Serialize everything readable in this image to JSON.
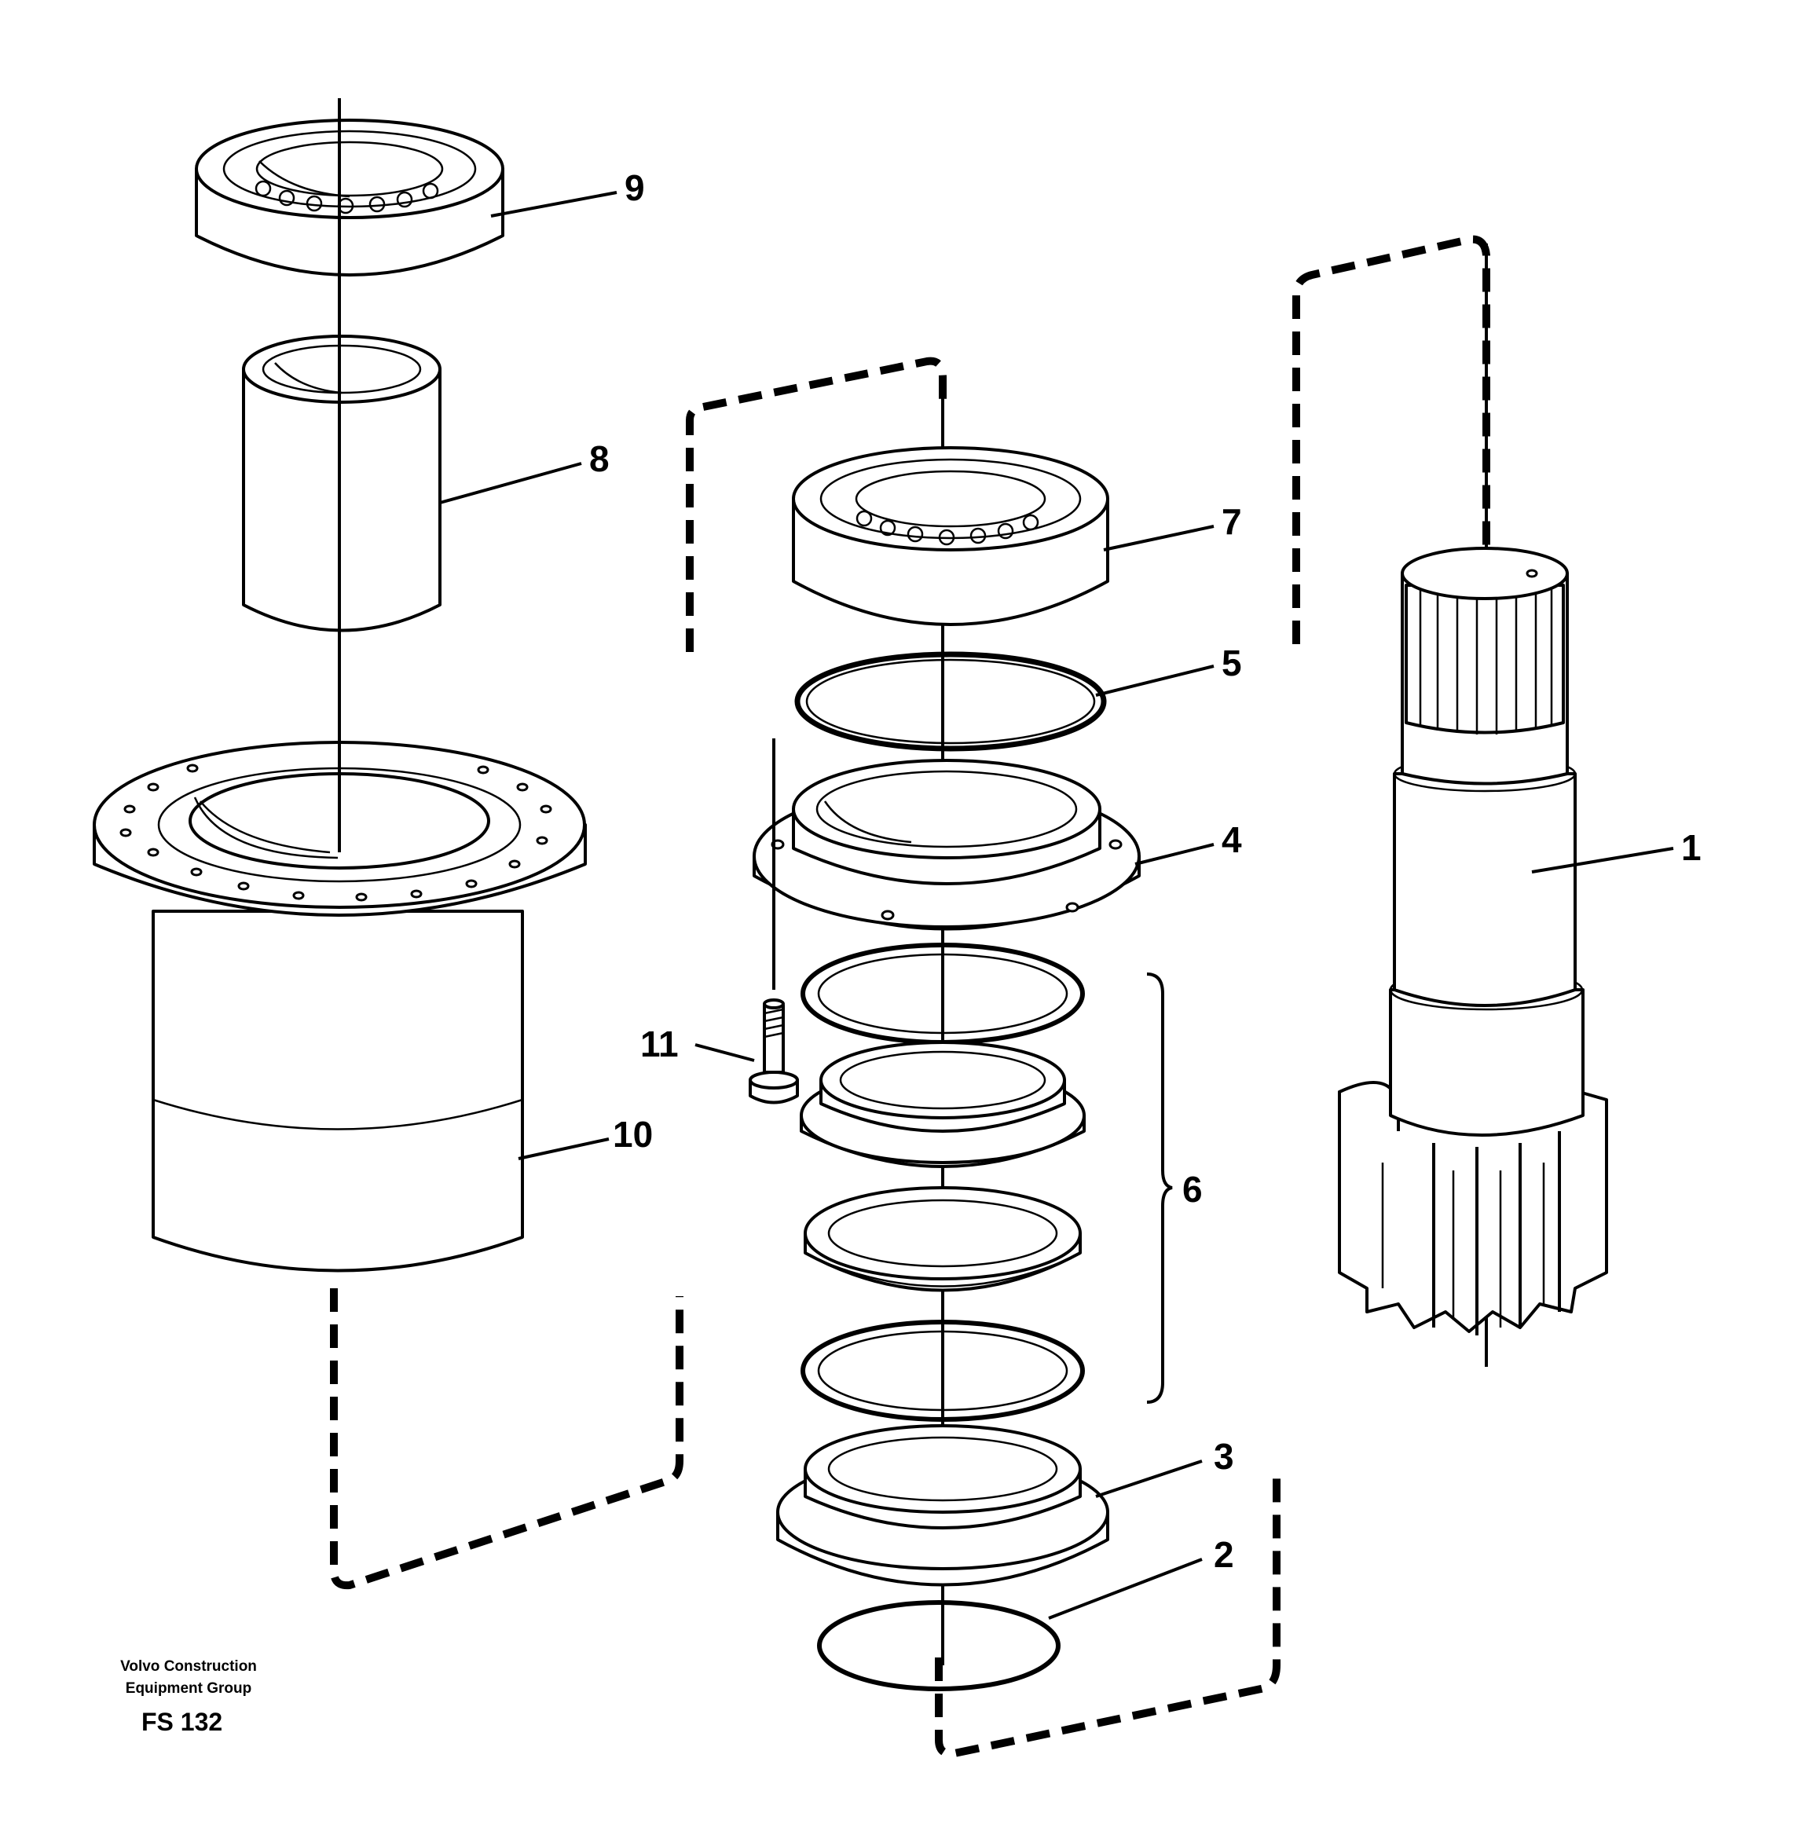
{
  "diagram": {
    "callouts": [
      "1",
      "2",
      "3",
      "4",
      "5",
      "6",
      "7",
      "8",
      "9",
      "10",
      "11"
    ]
  },
  "footer": {
    "line1": "Volvo Construction",
    "line2": "Equipment Group",
    "code": "FS 132"
  }
}
